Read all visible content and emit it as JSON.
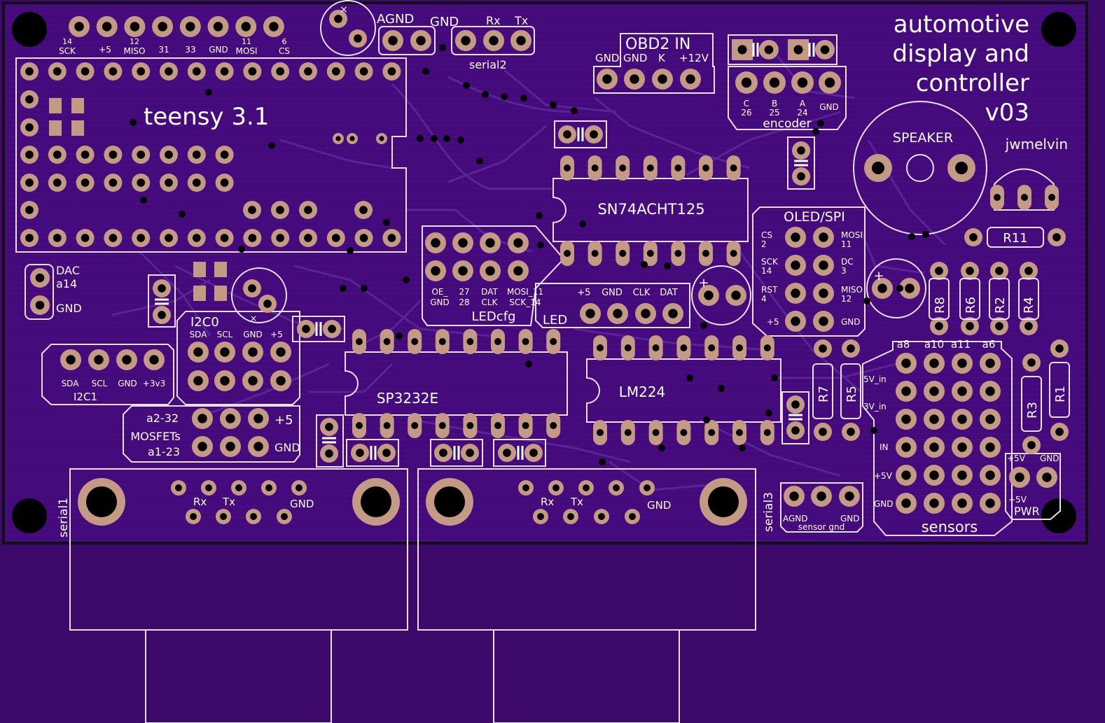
{
  "board": {
    "title_lines": [
      "automotive",
      "display and",
      "controller",
      "v03"
    ],
    "author": "jwmelvin",
    "colors": {
      "background": "#3d0a6b",
      "board": "#44097a",
      "trace": "#5c2798",
      "silk": "#f0f0f0",
      "pad": "#c59a85",
      "edge": "#111111"
    }
  },
  "labels": {
    "teensy": "teensy 3.1",
    "top_header": [
      "14 SCK",
      "+5",
      "12 MISO",
      "31",
      "33",
      "GND",
      "11 MOSI",
      "6 CS"
    ],
    "top_header_nums": [
      "14",
      "12",
      "11",
      "6"
    ],
    "top_header_names": [
      "SCK",
      "+5",
      "MISO",
      "31",
      "33",
      "GND",
      "MOSI",
      "CS"
    ],
    "agnd": "AGND",
    "gnd": "GND",
    "rx": "Rx",
    "tx": "Tx",
    "serial2": "serial2",
    "obd2": "OBD2 IN",
    "obd2_pins": [
      "GND",
      "GND",
      "K",
      "+12V"
    ],
    "encoder": "encoder",
    "encoder_pins": [
      "C",
      "B",
      "A",
      "GND"
    ],
    "encoder_nums": [
      "26",
      "25",
      "24"
    ],
    "speaker": "SPEAKER",
    "sn74": "SN74ACHT125",
    "oled": "OLED/SPI",
    "oled_left": [
      "CS",
      "SCK",
      "RST",
      "+5"
    ],
    "oled_left_nums": [
      "2",
      "14",
      "4"
    ],
    "oled_right": [
      "MOSI",
      "DC",
      "MISO",
      "GND"
    ],
    "oled_right_nums": [
      "11",
      "3",
      "12"
    ],
    "r11": "R11",
    "resistors_v": [
      "R8",
      "R6",
      "R2",
      "R4"
    ],
    "resistors_v2": [
      "R7",
      "R5"
    ],
    "resistors_v3": [
      "R3",
      "R1"
    ],
    "dac": "DAC",
    "a14": "a14",
    "i2c0": "I2C0",
    "i2c0_pins": [
      "SDA",
      "SCL",
      "GND",
      "+5"
    ],
    "i2c1": "I2C1",
    "i2c1_pins": [
      "SDA",
      "SCL",
      "GND",
      "+3v3"
    ],
    "ledcfg": "LEDcfg",
    "ledcfg_pins": [
      "OE_",
      "27",
      "DAT",
      "MOSI_11"
    ],
    "ledcfg_pins2": [
      "GND",
      "28",
      "CLK",
      "SCK_14"
    ],
    "led": "LED",
    "led_pins": [
      "+5",
      "GND",
      "CLK",
      "DAT"
    ],
    "sp3232": "SP3232E",
    "lm224": "LM224",
    "mosfets": "MOSFETs",
    "mosfets_a2": "a2-32",
    "mosfets_a1": "a1-23",
    "plus5": "+5",
    "serial1": "serial1",
    "serial3": "serial3",
    "sensors": "sensors",
    "sensors_cols": [
      "a8",
      "a10",
      "a11",
      "a6"
    ],
    "sensors_rows": [
      "5V_in",
      "3V_in",
      "IN",
      "+5V",
      "GND"
    ],
    "sensor_gnd": "sensor gnd",
    "pwr": "PWR",
    "pwr_pins": [
      "+5V",
      "GND"
    ],
    "pwr_pin_bottom": "+5V",
    "plus": "+",
    "cross": "×"
  }
}
